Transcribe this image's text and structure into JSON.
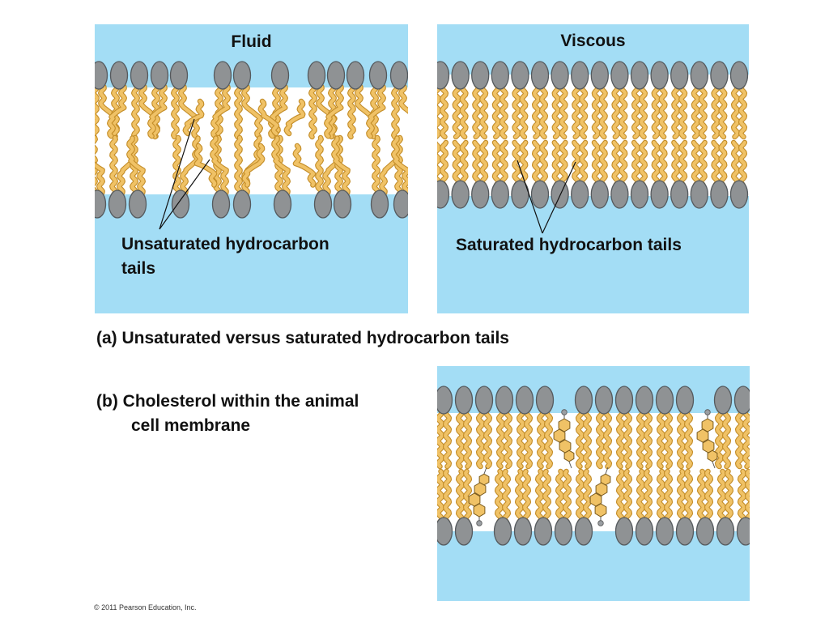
{
  "panels": {
    "fluid": {
      "title": "Fluid",
      "label_lines": [
        "Unsaturated hydrocarbon",
        "tails"
      ]
    },
    "viscous": {
      "title": "Viscous",
      "label": "Saturated hydrocarbon tails"
    }
  },
  "captions": {
    "a": "(a) Unsaturated versus saturated hydrocarbon tails",
    "b_line1": "(b) Cholesterol within the animal",
    "b_line2": "cell membrane"
  },
  "copyright": "© 2011 Pearson Education, Inc.",
  "colors": {
    "water": "#a3ddf5",
    "head": "#8f9294",
    "head_stroke": "#555a5e",
    "tail": "#f0c266",
    "tail_stroke": "#c48e2a",
    "cholesterol": "#f0c266"
  }
}
